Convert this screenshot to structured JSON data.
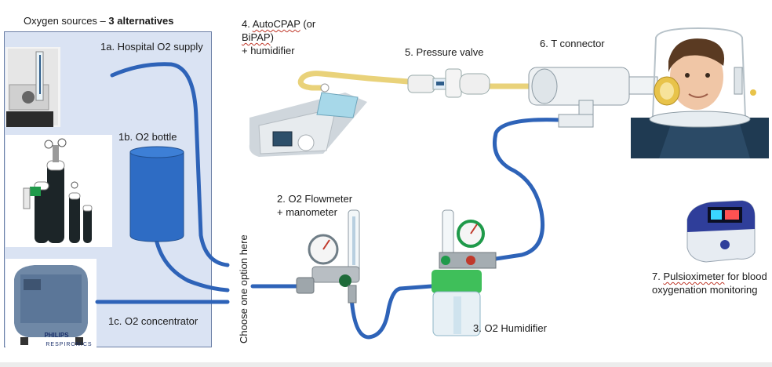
{
  "title": {
    "prefix": "Oxygen sources – ",
    "bold": "3 alternatives"
  },
  "labels": {
    "hospital": "1a. Hospital O2 supply",
    "bottle": "1b. O2 bottle",
    "concentrator": "1c. O2 concentrator",
    "flowmeter_line1": "2. O2 Flowmeter",
    "flowmeter_line2": "+ manometer",
    "humidifier": "3. O2 Humidifier",
    "autocpap_prefix": "4. ",
    "autocpap_word": "AutoCPAP",
    "autocpap_suffix": " (or",
    "bipap": "BiPAP",
    "bipap_suffix": ")",
    "autocpap_line3": "+ humidifier",
    "pressure_valve": "5. Pressure valve",
    "t_connector": "6. T connector",
    "pulse_prefix": "7. ",
    "pulse_word": "Pulsioximeter",
    "pulse_suffix": " for blood",
    "pulse_line2": "oxygenation monitoring",
    "choose": "Choose one option here"
  },
  "logos": {
    "brand": "PHILIPS",
    "sub": "RESPIRONICS"
  },
  "colors": {
    "tube_blue": "#2e63b8",
    "tube_yellow": "#e9d27a",
    "panel_fill": "#dae3f3",
    "bottle_blue": "#2e6cc4",
    "gauge_green": "#1f9a4a"
  },
  "icons": [
    "wall-flowmeter-icon",
    "oxygen-cylinders-icon",
    "concentrator-icon",
    "cpap-machine-icon",
    "pressure-valve-icon",
    "t-connector-icon",
    "helmet-patient-icon",
    "pulse-oximeter-icon",
    "flowmeter-regulator-icon",
    "humidifier-bottle-icon"
  ]
}
